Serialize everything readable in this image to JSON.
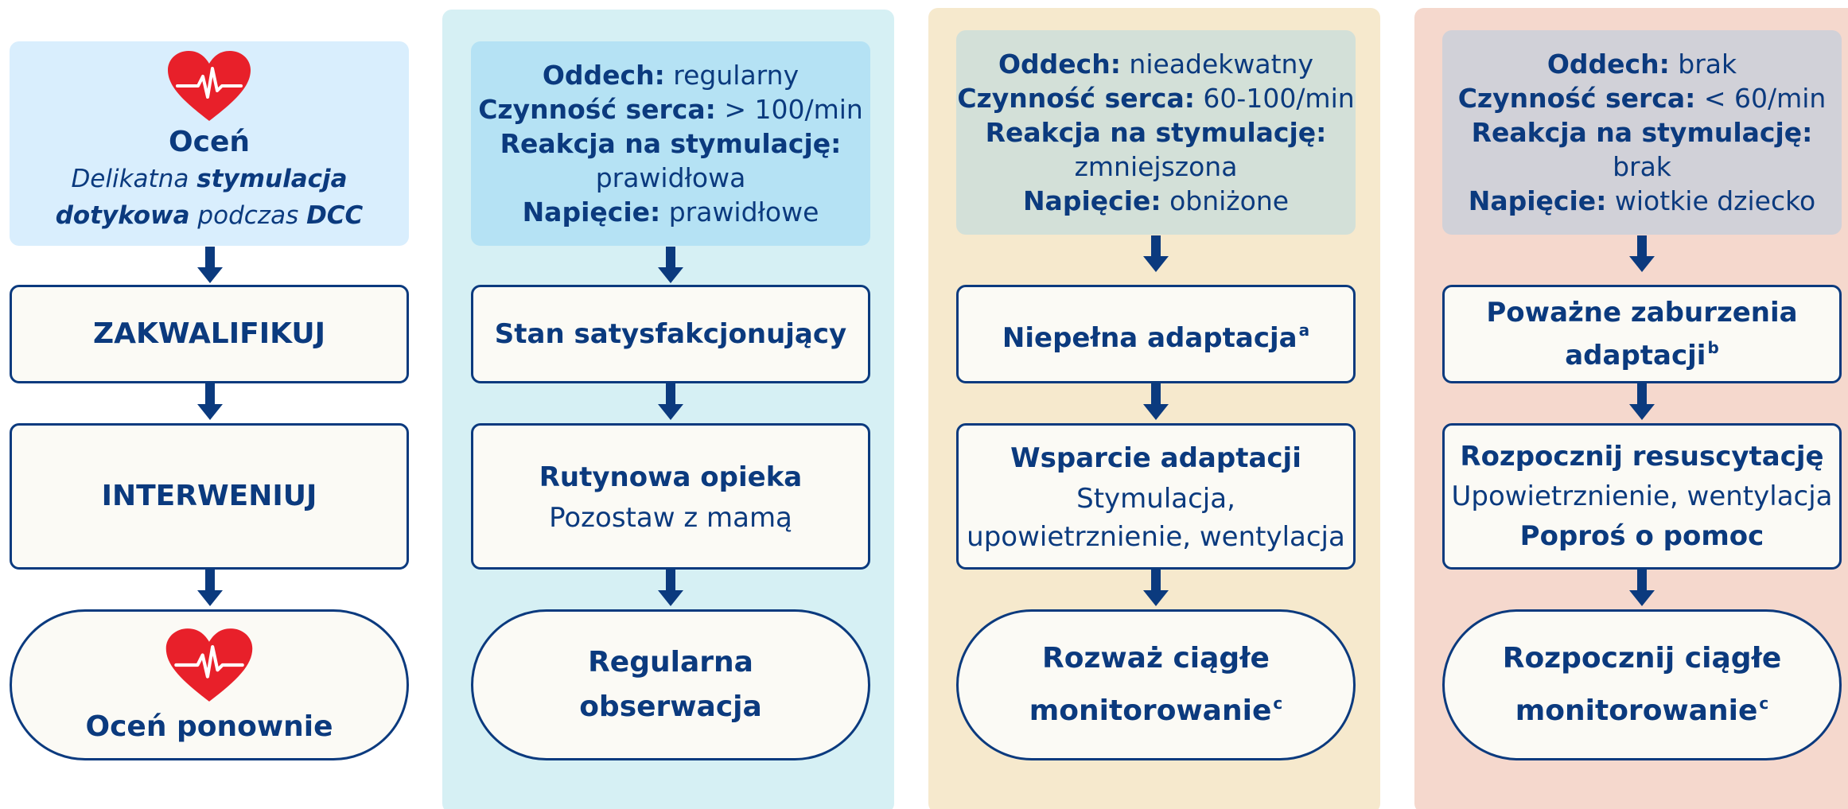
{
  "colors": {
    "navy": "#0b3a7e",
    "box_fill": "#fbfaf5",
    "col1_head": "#d9eefd",
    "col2_bg": "#d6f0f4",
    "col2_head": "#b5e2f4",
    "col3_bg": "#f6e9cd",
    "col3_head": "#d3e0d8",
    "col4_bg": "#f5d8cd",
    "col4_head": "#d1d1d8",
    "heart": "#e8202a"
  },
  "col1": {
    "assess_title": "Oceń",
    "assess_sub_1a": "Delikatna ",
    "assess_sub_1b": "stymulacja",
    "assess_sub_2a": "dotykowa",
    "assess_sub_2b": " podczas ",
    "assess_sub_2c": "DCC",
    "qualify": "ZAKWALIFIKUJ",
    "intervene": "INTERWENIUJ",
    "reassess": "Oceń ponownie",
    "icon": "heart-pulse-icon"
  },
  "col2": {
    "breath_label": "Oddech:",
    "breath_value": " regularny",
    "heart_label": "Czynność serca:",
    "heart_value": " > 100/min",
    "reaction_label": "Reakcja na stymulację:",
    "reaction_value": "prawidłowa",
    "tone_label": "Napięcie:",
    "tone_value": " prawidłowe",
    "state": "Stan satysfakcjonujący",
    "action_title": "Rutynowa opieka",
    "action_desc": "Pozostaw z mamą",
    "monitor_1": "Regularna",
    "monitor_2": "obserwacja"
  },
  "col3": {
    "breath_label": "Oddech:",
    "breath_value": " nieadekwatny",
    "heart_label": "Czynność serca:",
    "heart_value": " 60-100/min",
    "reaction_label": "Reakcja na stymulację:",
    "reaction_value": "zmniejszona",
    "tone_label": "Napięcie:",
    "tone_value": " obniżone",
    "state": "Niepełna adaptacja",
    "state_sup": "a",
    "action_title": "Wsparcie adaptacji",
    "action_desc_1": "Stymulacja,",
    "action_desc_2": "upowietrznienie, wentylacja",
    "monitor_1": "Rozważ ciągłe",
    "monitor_2": "monitorowanie",
    "monitor_sup": "c"
  },
  "col4": {
    "breath_label": "Oddech:",
    "breath_value": " brak",
    "heart_label": "Czynność serca:",
    "heart_value": " < 60/min",
    "reaction_label": "Reakcja na stymulację:",
    "reaction_value": "brak",
    "tone_label": "Napięcie:",
    "tone_value": " wiotkie dziecko",
    "state_1": "Poważne zaburzenia",
    "state_2": "adaptacji",
    "state_sup": "b",
    "action_title": "Rozpocznij resuscytację",
    "action_desc": "Upowietrznienie, wentylacja",
    "action_help": "Poproś o pomoc",
    "monitor_1": "Rozpocznij ciągłe",
    "monitor_2": "monitorowanie",
    "monitor_sup": "c"
  }
}
